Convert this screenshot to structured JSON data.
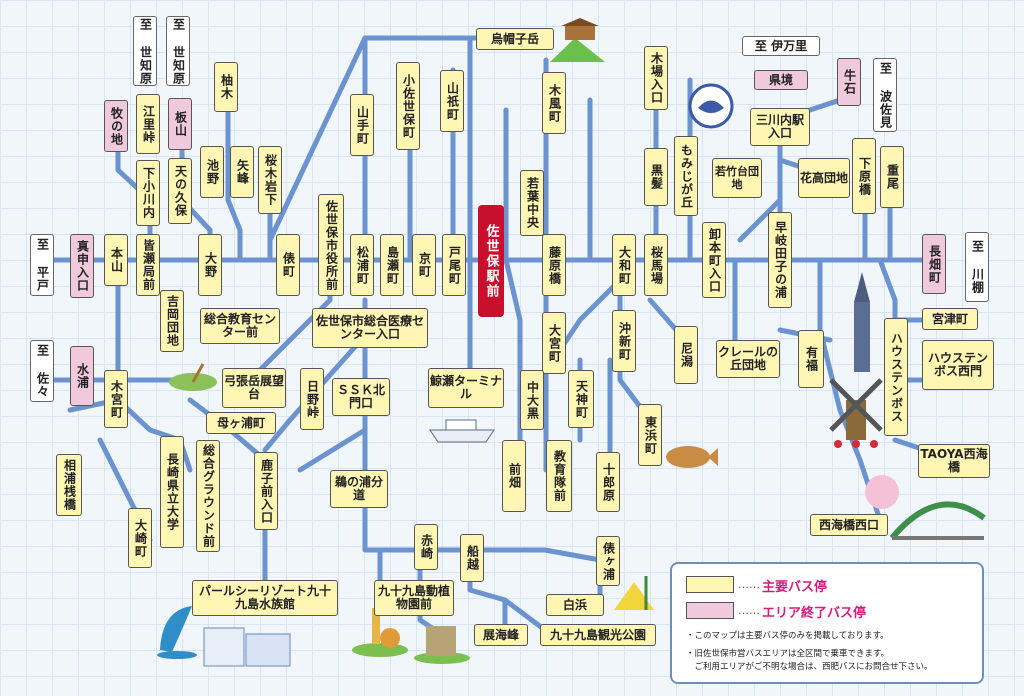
{
  "colors": {
    "route": "#6a93d0",
    "main_stop": "#fff6b4",
    "area_end_stop": "#f1c9dc",
    "station": "#c8102e",
    "legend_text": "#d61c7c"
  },
  "destinations": {
    "sechibara_1": "至 世知原",
    "sechibara_2": "至 世知原",
    "hirado": "至 平戸",
    "saza": "至 佐々",
    "imari": "至 伊万里",
    "hasami": "至 波佐見",
    "kawatana": "至 川棚"
  },
  "station": "佐世保駅前",
  "stops": {
    "makinoji": "牧の地",
    "eritoge": "江里峠",
    "itayama": "板山",
    "yunoki": "柚木",
    "shimokogawachi": "下小川内",
    "tennokubo": "天の久保",
    "ike": "池野",
    "yamine": "矢峰",
    "sakuragiiwashita": "桜木岩下",
    "manaka": "真申入口",
    "motoyama": "本山",
    "minaseko": "皆瀬局前",
    "ono": "大野",
    "tawaramachi": "俵町",
    "shiyakushomae": "佐世保市役所前",
    "matsuuracho": "松浦町",
    "shimasecho": "島瀬町",
    "kyomachi": "京町",
    "toocho": "戸尾町",
    "yamatecho": "山手町",
    "kosasebocho": "小佐世保町",
    "yamagiocho": "山祇町",
    "eboshidake": "烏帽子岳",
    "kinoura": "木風町",
    "wakabachuo": "若葉中央",
    "fujiwarabashi": "藤原橋",
    "kibaguchi": "木場入口",
    "kuroge": "黒髪",
    "momijigaoka": "もみじが丘",
    "yamatocho": "大和町",
    "sakurababa": "桜馬場",
    "wakatakedai": "若竹台団地",
    "kamotocho": "卸本町入口",
    "kengyo": "県境",
    "mikawachi": "三川内駅入口",
    "gyu_ishi": "牛石",
    "kakodanchi": "花高団地",
    "hayagitago": "早岐田子の浦",
    "shimohara": "下原橋",
    "shigeo": "重尾",
    "nagahata": "長畑町",
    "yoshioka": "吉岡団地",
    "sogokyoiku": "総合教育センター前",
    "sogoiryo": "佐世保市総合医療センター入口",
    "daimiya": "大宮町",
    "okishin": "沖新町",
    "niigata": "尼潟",
    "creal": "クレールの丘団地",
    "arifuku": "有福",
    "huis": "ハウステンボス",
    "miyazu": "宮津町",
    "huiswest": "ハウステンボス西門",
    "mizuura": "水浦",
    "kinomiya": "木宮町",
    "yumihari": "弓張岳展望台",
    "hinotoge": "日野峠",
    "ssk": "ＳＳＫ北門口",
    "kujiraterm": "鯨瀬ターミナル",
    "nakaoguro": "中大黒",
    "tenjin": "天神町",
    "higashihama": "東浜町",
    "ainoura": "相浦桟橋",
    "hahagaura": "母ヶ浦町",
    "nagasakiuni": "長崎県立大学",
    "sogoground": "総合グラウンド前",
    "kashimae": "鹿子前入口",
    "udonoura": "鵜の浦分道",
    "maehata": "前畑",
    "kyoikutai": "教育隊前",
    "jurohara": "十郎原",
    "taoya": "TAOYA西海橋",
    "saikaibashi": "西海橋西口",
    "okasaki": "大崎町",
    "pearlsea": "パールシーリゾート九十九島水族館",
    "akasaki": "赤崎",
    "funakoshi": "船越",
    "kujukujima_zoo": "九十九島動植物園前",
    "tenkaiho": "展海峰",
    "shirahama": "白浜",
    "kasaurafuku": "俵ヶ浦",
    "kujukujima_park": "九十九島観光公園"
  },
  "legend": {
    "main": "主要バス停",
    "area_end": "エリア終了バス停",
    "dots": "……"
  },
  "notes": {
    "line1": "・このマップは主要バス停のみを掲載しております。",
    "line2": "・旧佐世保市営バスエリアは全区間で乗車できます。",
    "line3": "　ご利用エリアがご不明な場合は、西肥バスにお問合せ下さい。"
  }
}
